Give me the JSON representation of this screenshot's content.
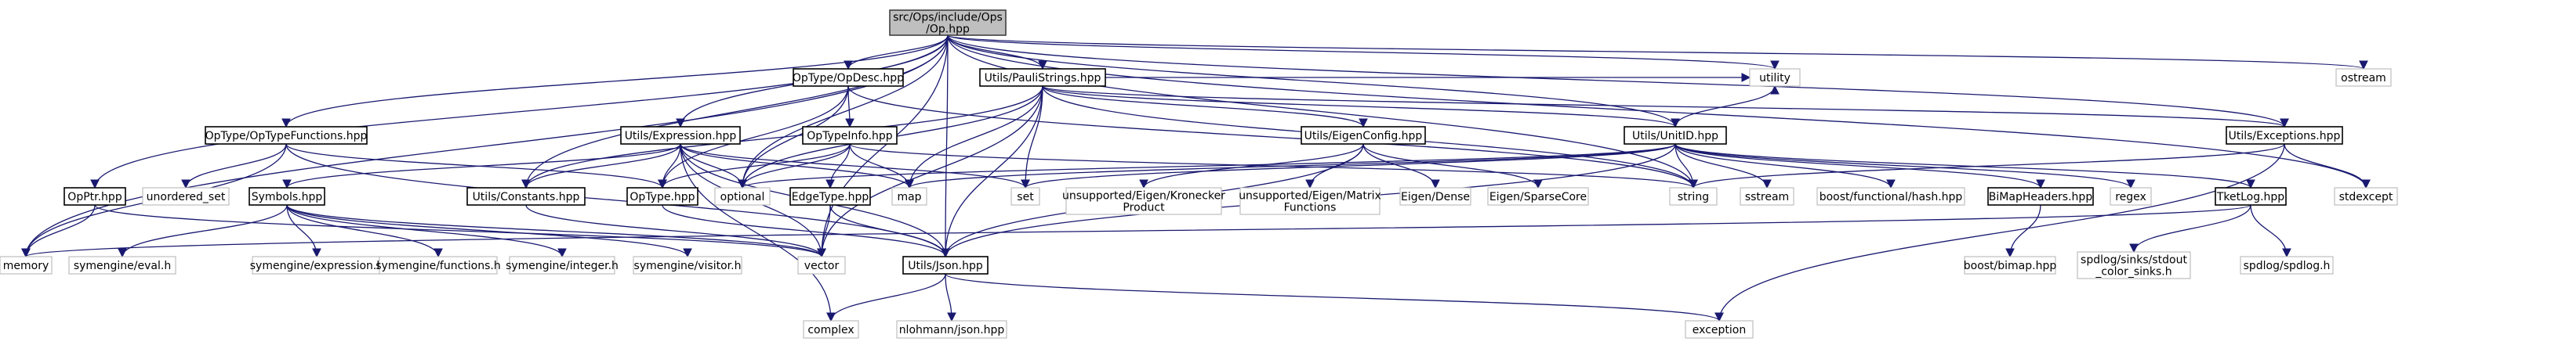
{
  "diagram": {
    "arrow_color": "#191970",
    "root_fill": "#bfbfbf",
    "external_border": "#bfbfbf",
    "nodes": [
      {
        "id": "root",
        "lines": [
          "src/Ops/include/Ops",
          "/Op.hpp"
        ],
        "style": "root"
      },
      {
        "id": "opdesc",
        "lines": [
          "OpType/OpDesc.hpp"
        ],
        "style": "file"
      },
      {
        "id": "pauli",
        "lines": [
          "Utils/PauliStrings.hpp"
        ],
        "style": "file"
      },
      {
        "id": "ostream",
        "lines": [
          "ostream"
        ],
        "style": "ext"
      },
      {
        "id": "opfuncs",
        "lines": [
          "OpType/OpTypeFunctions.hpp"
        ],
        "style": "file"
      },
      {
        "id": "expression",
        "lines": [
          "Utils/Expression.hpp"
        ],
        "style": "file"
      },
      {
        "id": "optypeinfo",
        "lines": [
          "OpTypeInfo.hpp"
        ],
        "style": "file"
      },
      {
        "id": "eigenconfig",
        "lines": [
          "Utils/EigenConfig.hpp"
        ],
        "style": "file"
      },
      {
        "id": "unitid",
        "lines": [
          "Utils/UnitID.hpp"
        ],
        "style": "file"
      },
      {
        "id": "exceptions",
        "lines": [
          "Utils/Exceptions.hpp"
        ],
        "style": "file"
      },
      {
        "id": "utility",
        "lines": [
          "utility"
        ],
        "style": "ext"
      },
      {
        "id": "opptr",
        "lines": [
          "OpPtr.hpp"
        ],
        "style": "file"
      },
      {
        "id": "unordered_set",
        "lines": [
          "unordered_set"
        ],
        "style": "ext"
      },
      {
        "id": "symbols",
        "lines": [
          "Symbols.hpp"
        ],
        "style": "file"
      },
      {
        "id": "constants",
        "lines": [
          "Utils/Constants.hpp"
        ],
        "style": "file"
      },
      {
        "id": "optype",
        "lines": [
          "OpType.hpp"
        ],
        "style": "file"
      },
      {
        "id": "optional",
        "lines": [
          "optional"
        ],
        "style": "ext"
      },
      {
        "id": "map",
        "lines": [
          "map"
        ],
        "style": "ext"
      },
      {
        "id": "edgetype",
        "lines": [
          "EdgeType.hpp"
        ],
        "style": "file"
      },
      {
        "id": "set",
        "lines": [
          "set"
        ],
        "style": "ext"
      },
      {
        "id": "kronecker",
        "lines": [
          "unsupported/Eigen/Kronecker",
          "Product"
        ],
        "style": "ext"
      },
      {
        "id": "matrixfunc",
        "lines": [
          "unsupported/Eigen/Matrix",
          "Functions"
        ],
        "style": "ext"
      },
      {
        "id": "eigendense",
        "lines": [
          "Eigen/Dense"
        ],
        "style": "ext"
      },
      {
        "id": "sparsecore",
        "lines": [
          "Eigen/SparseCore"
        ],
        "style": "ext"
      },
      {
        "id": "string",
        "lines": [
          "string"
        ],
        "style": "ext"
      },
      {
        "id": "sstream",
        "lines": [
          "sstream"
        ],
        "style": "ext"
      },
      {
        "id": "hash",
        "lines": [
          "boost/functional/hash.hpp"
        ],
        "style": "ext"
      },
      {
        "id": "bimap",
        "lines": [
          "BiMapHeaders.hpp"
        ],
        "style": "file"
      },
      {
        "id": "regex",
        "lines": [
          "regex"
        ],
        "style": "ext"
      },
      {
        "id": "tketlog",
        "lines": [
          "TketLog.hpp"
        ],
        "style": "file"
      },
      {
        "id": "stdexcept",
        "lines": [
          "stdexcept"
        ],
        "style": "ext"
      },
      {
        "id": "memory",
        "lines": [
          "memory"
        ],
        "style": "ext"
      },
      {
        "id": "eval",
        "lines": [
          "symengine/eval.h"
        ],
        "style": "ext"
      },
      {
        "id": "symexpr",
        "lines": [
          "symengine/expression.h"
        ],
        "style": "ext"
      },
      {
        "id": "symfunc",
        "lines": [
          "symengine/functions.h"
        ],
        "style": "ext"
      },
      {
        "id": "symint",
        "lines": [
          "symengine/integer.h"
        ],
        "style": "ext"
      },
      {
        "id": "symvisit",
        "lines": [
          "symengine/visitor.h"
        ],
        "style": "ext"
      },
      {
        "id": "vector",
        "lines": [
          "vector"
        ],
        "style": "ext"
      },
      {
        "id": "json",
        "lines": [
          "Utils/Json.hpp"
        ],
        "style": "file"
      },
      {
        "id": "boostbimap",
        "lines": [
          "boost/bimap.hpp"
        ],
        "style": "ext"
      },
      {
        "id": "spdlogsinks",
        "lines": [
          "spdlog/sinks/stdout",
          "_color_sinks.h"
        ],
        "style": "ext"
      },
      {
        "id": "spdlog",
        "lines": [
          "spdlog/spdlog.h"
        ],
        "style": "ext"
      },
      {
        "id": "complex",
        "lines": [
          "complex"
        ],
        "style": "ext"
      },
      {
        "id": "nlohmann",
        "lines": [
          "nlohmann/json.hpp"
        ],
        "style": "ext"
      },
      {
        "id": "exception",
        "lines": [
          "exception"
        ],
        "style": "ext"
      }
    ],
    "edges": [
      [
        "root",
        "opdesc"
      ],
      [
        "root",
        "pauli"
      ],
      [
        "root",
        "ostream"
      ],
      [
        "root",
        "opfuncs"
      ],
      [
        "root",
        "expression"
      ],
      [
        "root",
        "exceptions"
      ],
      [
        "root",
        "utility"
      ],
      [
        "root",
        "opptr"
      ],
      [
        "root",
        "constants"
      ],
      [
        "root",
        "optional"
      ],
      [
        "root",
        "unitid"
      ],
      [
        "root",
        "string"
      ],
      [
        "root",
        "stdexcept"
      ],
      [
        "root",
        "json"
      ],
      [
        "root",
        "vector"
      ],
      [
        "root",
        "memory"
      ],
      [
        "opdesc",
        "optypeinfo"
      ],
      [
        "opdesc",
        "optype"
      ],
      [
        "opdesc",
        "optional"
      ],
      [
        "opdesc",
        "string"
      ],
      [
        "pauli",
        "constants"
      ],
      [
        "pauli",
        "eigenconfig"
      ],
      [
        "pauli",
        "unitid"
      ],
      [
        "pauli",
        "exceptions"
      ],
      [
        "pauli",
        "utility"
      ],
      [
        "pauli",
        "map"
      ],
      [
        "pauli",
        "set"
      ],
      [
        "pauli",
        "vector"
      ],
      [
        "pauli",
        "json"
      ],
      [
        "pauli",
        "string"
      ],
      [
        "pauli",
        "optional"
      ],
      [
        "opfuncs",
        "optype"
      ],
      [
        "opfuncs",
        "unordered_set"
      ],
      [
        "opfuncs",
        "memory"
      ],
      [
        "opfuncs",
        "json"
      ],
      [
        "expression",
        "symbols"
      ],
      [
        "expression",
        "constants"
      ],
      [
        "expression",
        "optional"
      ],
      [
        "expression",
        "map"
      ],
      [
        "expression",
        "set"
      ],
      [
        "expression",
        "vector"
      ],
      [
        "expression",
        "json"
      ],
      [
        "expression",
        "complex"
      ],
      [
        "expression",
        "optype"
      ],
      [
        "optypeinfo",
        "optype"
      ],
      [
        "optypeinfo",
        "edgetype"
      ],
      [
        "optypeinfo",
        "map"
      ],
      [
        "optypeinfo",
        "optional"
      ],
      [
        "optypeinfo",
        "string"
      ],
      [
        "eigenconfig",
        "kronecker"
      ],
      [
        "eigenconfig",
        "matrixfunc"
      ],
      [
        "eigenconfig",
        "eigendense"
      ],
      [
        "eigenconfig",
        "sparsecore"
      ],
      [
        "eigenconfig",
        "json"
      ],
      [
        "unitid",
        "map"
      ],
      [
        "unitid",
        "optional"
      ],
      [
        "unitid",
        "set"
      ],
      [
        "unitid",
        "string"
      ],
      [
        "unitid",
        "sstream"
      ],
      [
        "unitid",
        "hash"
      ],
      [
        "unitid",
        "bimap"
      ],
      [
        "unitid",
        "regex"
      ],
      [
        "unitid",
        "tketlog"
      ],
      [
        "unitid",
        "json"
      ],
      [
        "unitid",
        "utility"
      ],
      [
        "exceptions",
        "string"
      ],
      [
        "exceptions",
        "stdexcept"
      ],
      [
        "exceptions",
        "exception"
      ],
      [
        "opptr",
        "memory"
      ],
      [
        "opptr",
        "vector"
      ],
      [
        "symbols",
        "eval"
      ],
      [
        "symbols",
        "symexpr"
      ],
      [
        "symbols",
        "symfunc"
      ],
      [
        "symbols",
        "symint"
      ],
      [
        "symbols",
        "symvisit"
      ],
      [
        "symbols",
        "vector"
      ],
      [
        "constants",
        "vector"
      ],
      [
        "optype",
        "json"
      ],
      [
        "edgetype",
        "vector"
      ],
      [
        "edgetype",
        "json"
      ],
      [
        "bimap",
        "boostbimap"
      ],
      [
        "tketlog",
        "spdlogsinks"
      ],
      [
        "tketlog",
        "spdlog"
      ],
      [
        "tketlog",
        "memory"
      ],
      [
        "json",
        "complex"
      ],
      [
        "json",
        "nlohmann"
      ],
      [
        "json",
        "exception"
      ]
    ]
  }
}
